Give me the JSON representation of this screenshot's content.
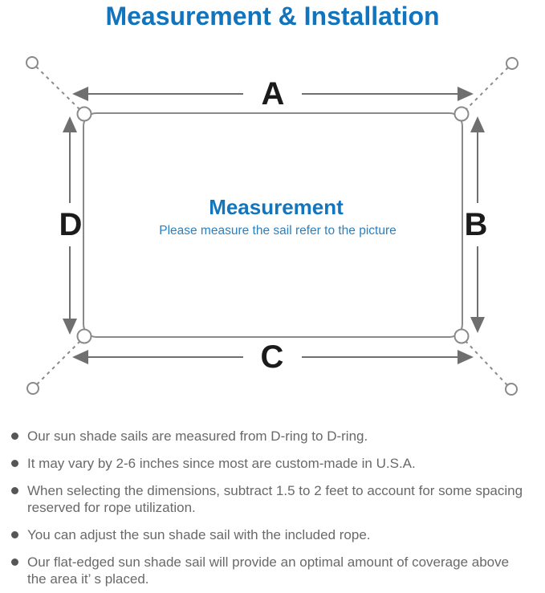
{
  "title": "Measurement & Installation",
  "colors": {
    "accent_blue": "#1274bd",
    "subtitle_blue": "#2b80c0",
    "line_gray": "#8a8a8a",
    "arrow_gray": "#6f6f6f",
    "text_gray": "#696969",
    "letter_black": "#1b1b1b"
  },
  "diagram": {
    "center_heading": "Measurement",
    "center_subtitle": "Please measure the sail refer to the picture",
    "labels": {
      "top": "A",
      "right": "B",
      "bottom": "C",
      "left": "D"
    }
  },
  "notes": {
    "items": [
      {
        "lines": [
          "Our sun shade sails are measured from D-ring to D-ring."
        ]
      },
      {
        "lines": [
          "It may vary by 2-6 inches since most are custom-made in U.S.A."
        ]
      },
      {
        "lines": [
          "When selecting the dimensions, subtract 1.5 to 2 feet to account for some spacing",
          "reserved for rope utilization."
        ]
      },
      {
        "lines": [
          "You can adjust the sun shade sail with the included rope."
        ]
      },
      {
        "lines": [
          "Our flat-edged sun shade sail will provide an optimal amount of coverage above",
          "the area it’ s placed."
        ]
      }
    ]
  }
}
